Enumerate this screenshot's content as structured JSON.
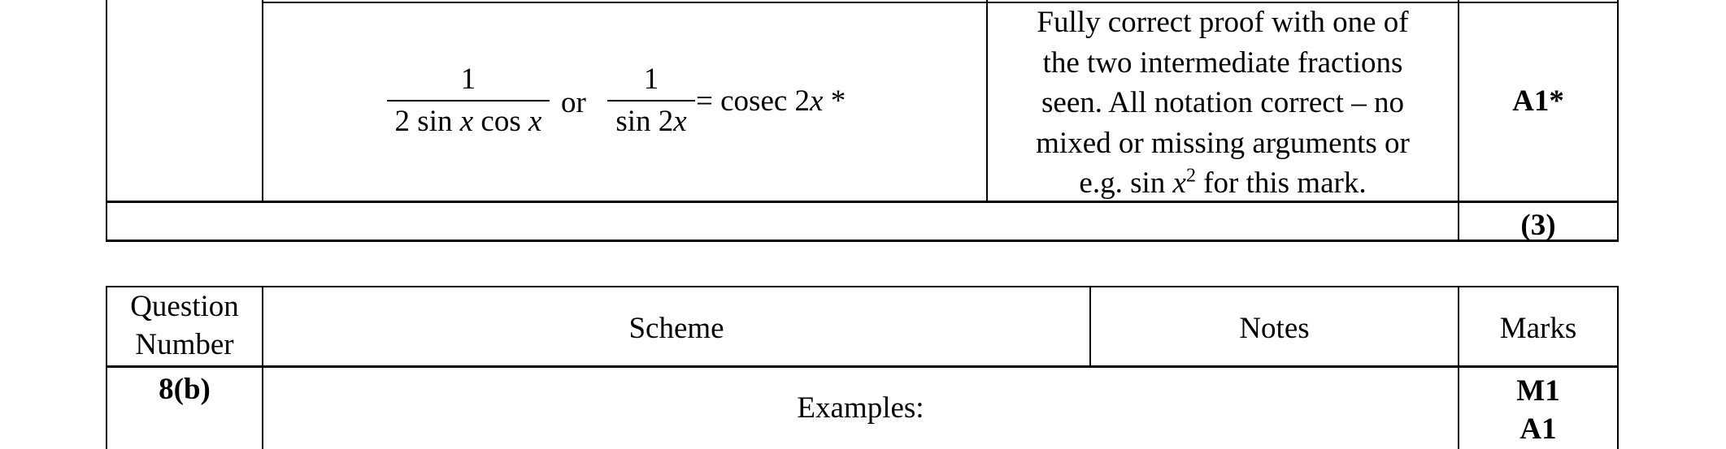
{
  "top_table": {
    "formula": {
      "frac1_num": "1",
      "frac1_den_a": "2 sin ",
      "frac1_den_x1": "x",
      "frac1_den_b": " cos ",
      "frac1_den_x2": "x",
      "or": "or",
      "frac2_num": "1",
      "frac2_den_a": "sin 2",
      "frac2_den_x": "x",
      "rhs_a": "= cosec 2",
      "rhs_x": "x",
      "rhs_star": " *"
    },
    "notes_lines": [
      "Fully correct proof with one of",
      "the two intermediate fractions",
      "seen. All notation correct – no",
      "mixed or missing arguments or"
    ],
    "notes_last_a": "e.g. sin ",
    "notes_last_x": "x",
    "notes_last_sup": "2",
    "notes_last_b": " for this mark.",
    "mark": "A1*",
    "total": "(3)"
  },
  "bottom_table": {
    "headers": {
      "question_line1": "Question",
      "question_line2": "Number",
      "scheme": "Scheme",
      "notes": "Notes",
      "marks": "Marks"
    },
    "row": {
      "question": "8(b)",
      "scheme": "Examples:",
      "marks": [
        "M1",
        "A1"
      ]
    }
  }
}
